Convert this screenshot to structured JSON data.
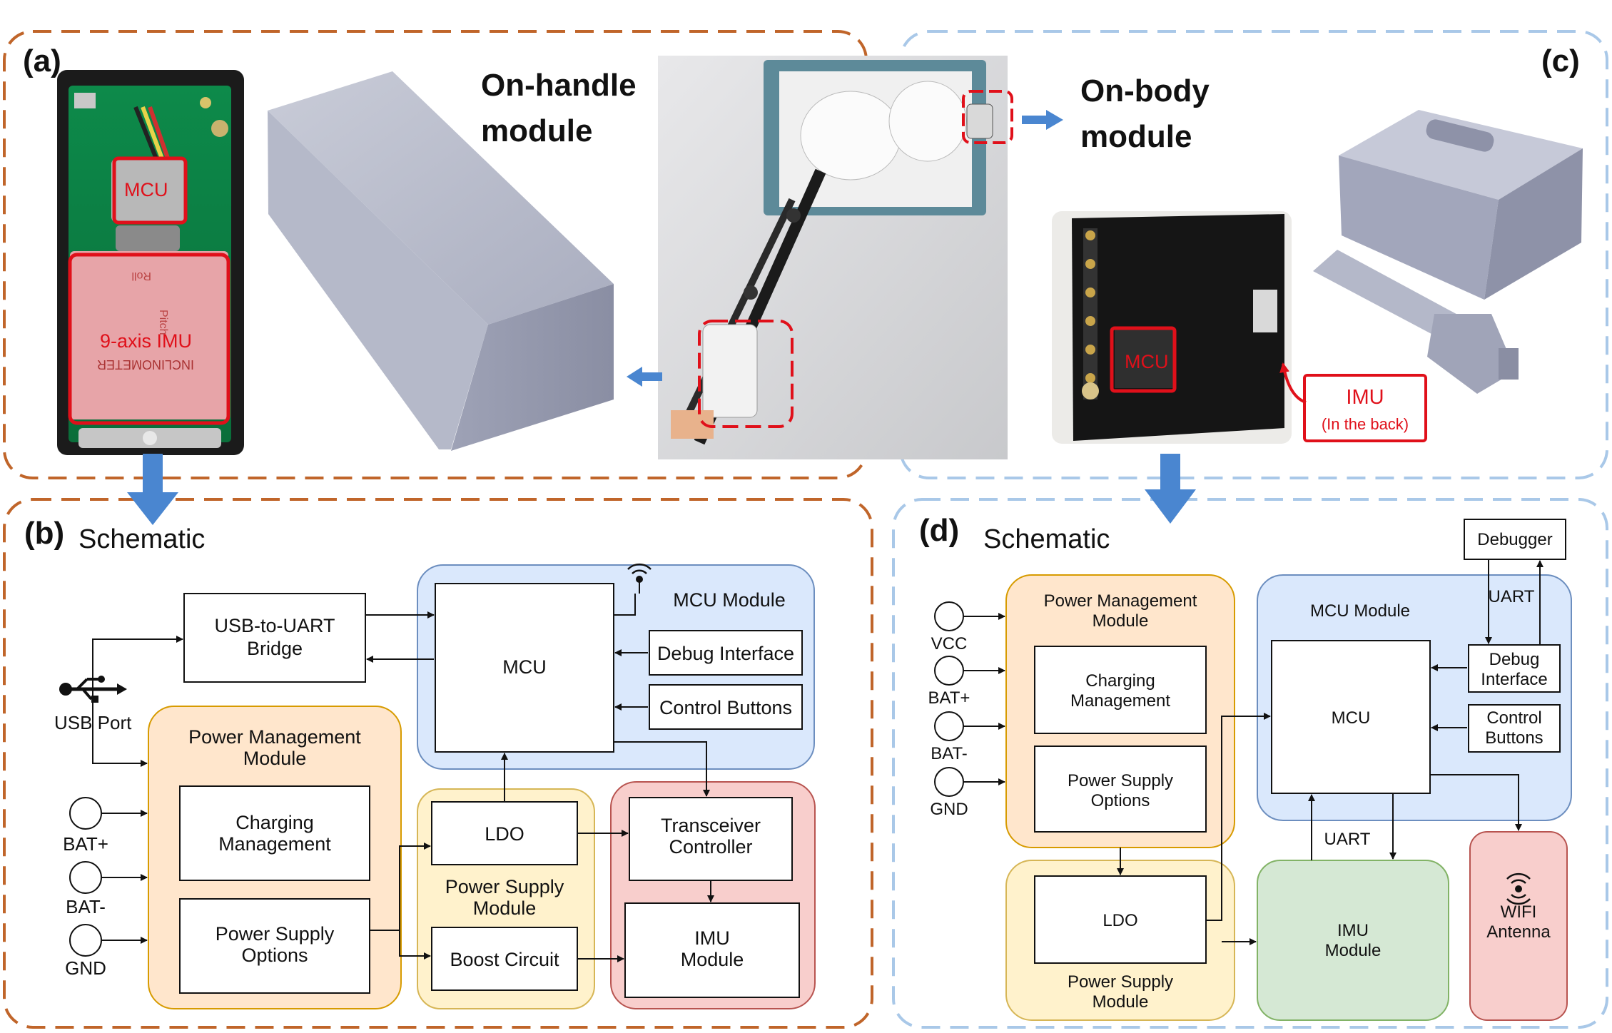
{
  "panel_a": {
    "label": "(a)",
    "title_line1": "On-handle",
    "title_line2": "module",
    "photo_mcu_label": "MCU",
    "photo_imu_label": "9-axis IMU",
    "imu_sticker_text": "INCLINOMETER",
    "imu_sticker_roll": "Roll",
    "imu_sticker_pitch": "Pitch"
  },
  "panel_c": {
    "label": "(c)",
    "title_line1": "On-body",
    "title_line2": "module",
    "photo_mcu_label": "MCU",
    "imu_callout_line1": "IMU",
    "imu_callout_line2": "(In the back)"
  },
  "panel_b": {
    "label": "(b)",
    "title": "Schematic",
    "usb_uart": [
      "USB-to-UART",
      "Bridge"
    ],
    "usb_port": "USB Port",
    "mcu_module": "MCU Module",
    "mcu": "MCU",
    "debug_interface": "Debug Interface",
    "control_buttons": "Control Buttons",
    "power_mgmt": [
      "Power Management",
      "Module"
    ],
    "charging": [
      "Charging",
      "Management"
    ],
    "psu_options": [
      "Power Supply",
      "Options"
    ],
    "bat_plus": "BAT+",
    "bat_minus": "BAT-",
    "gnd": "GND",
    "ldo": "LDO",
    "psu_module": [
      "Power Supply",
      "Module"
    ],
    "boost": "Boost Circuit",
    "transceiver": [
      "Transceiver",
      "Controller"
    ],
    "imu_module": [
      "IMU",
      "Module"
    ]
  },
  "panel_d": {
    "label": "(d)",
    "title": "Schematic",
    "vcc": "VCC",
    "bat_plus": "BAT+",
    "bat_minus": "BAT-",
    "gnd": "GND",
    "power_mgmt": [
      "Power Management",
      "Module"
    ],
    "charging": [
      "Charging",
      "Management"
    ],
    "psu_options": [
      "Power Supply",
      "Options"
    ],
    "ldo": "LDO",
    "psu_module": [
      "Power Supply",
      "Module"
    ],
    "mcu_module": "MCU Module",
    "mcu": "MCU",
    "debugger": "Debugger",
    "uart_top": "UART",
    "debug_interface": [
      "Debug",
      "Interface"
    ],
    "control_buttons": [
      "Control",
      "Buttons"
    ],
    "uart_bottom": "UART",
    "imu_module": [
      "IMU",
      "Module"
    ],
    "wifi_antenna": [
      "WIFI",
      "Antenna"
    ]
  },
  "colors": {
    "orange_frame": "#c0652a",
    "blue_frame": "#a9c8e8",
    "blue_block": "#dae8fc",
    "blue_stroke": "#6c8ebf",
    "orange_block": "#ffe6cc",
    "orange_stroke": "#d79b00",
    "yellow_block": "#fff2cc",
    "yellow_stroke": "#d6b656",
    "red_block": "#f8cecc",
    "red_stroke": "#b85450",
    "green_block": "#d5e8d4",
    "green_stroke": "#82b366",
    "arrow_blue": "#4a86d0",
    "highlight_red": "#e0101a"
  }
}
